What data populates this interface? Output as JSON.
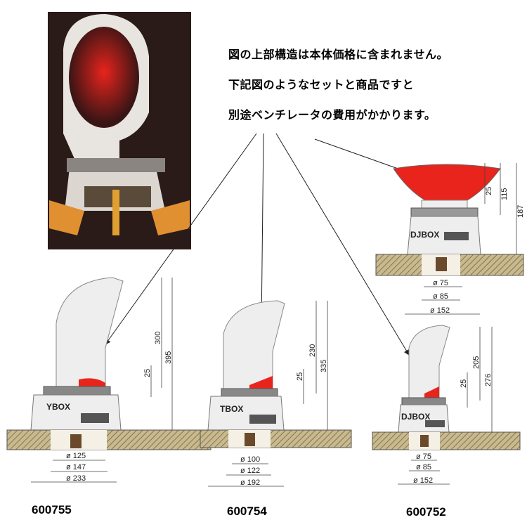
{
  "notes": [
    "図の上部構造は本体価格に含まれません。",
    "下記図のようなセットと商品ですと",
    "別途ベンチレータの費用がかかります。"
  ],
  "colors": {
    "accent_red": "#e8241c",
    "photo_bg": "#2a1a18",
    "deck": "#c9b98e"
  },
  "diagrams": {
    "djbox_top": {
      "box": "DJBOX",
      "heights": [
        "25",
        "115",
        "187"
      ],
      "diameters": [
        "ø 75",
        "ø 85",
        "ø 152"
      ]
    },
    "ybox": {
      "box": "YBOX",
      "heights": [
        "300",
        "395",
        "25"
      ],
      "diameters": [
        "ø 125",
        "ø 147",
        "ø 233"
      ],
      "code": "600755"
    },
    "tbox": {
      "box": "TBOX",
      "heights": [
        "230",
        "335",
        "25"
      ],
      "diameters": [
        "ø 100",
        "ø 122",
        "ø 192"
      ],
      "code": "600754"
    },
    "djbox": {
      "box": "DJBOX",
      "heights": [
        "205",
        "276",
        "25"
      ],
      "diameters": [
        "ø 75",
        "ø 85",
        "ø 152"
      ],
      "code": "600752"
    }
  }
}
